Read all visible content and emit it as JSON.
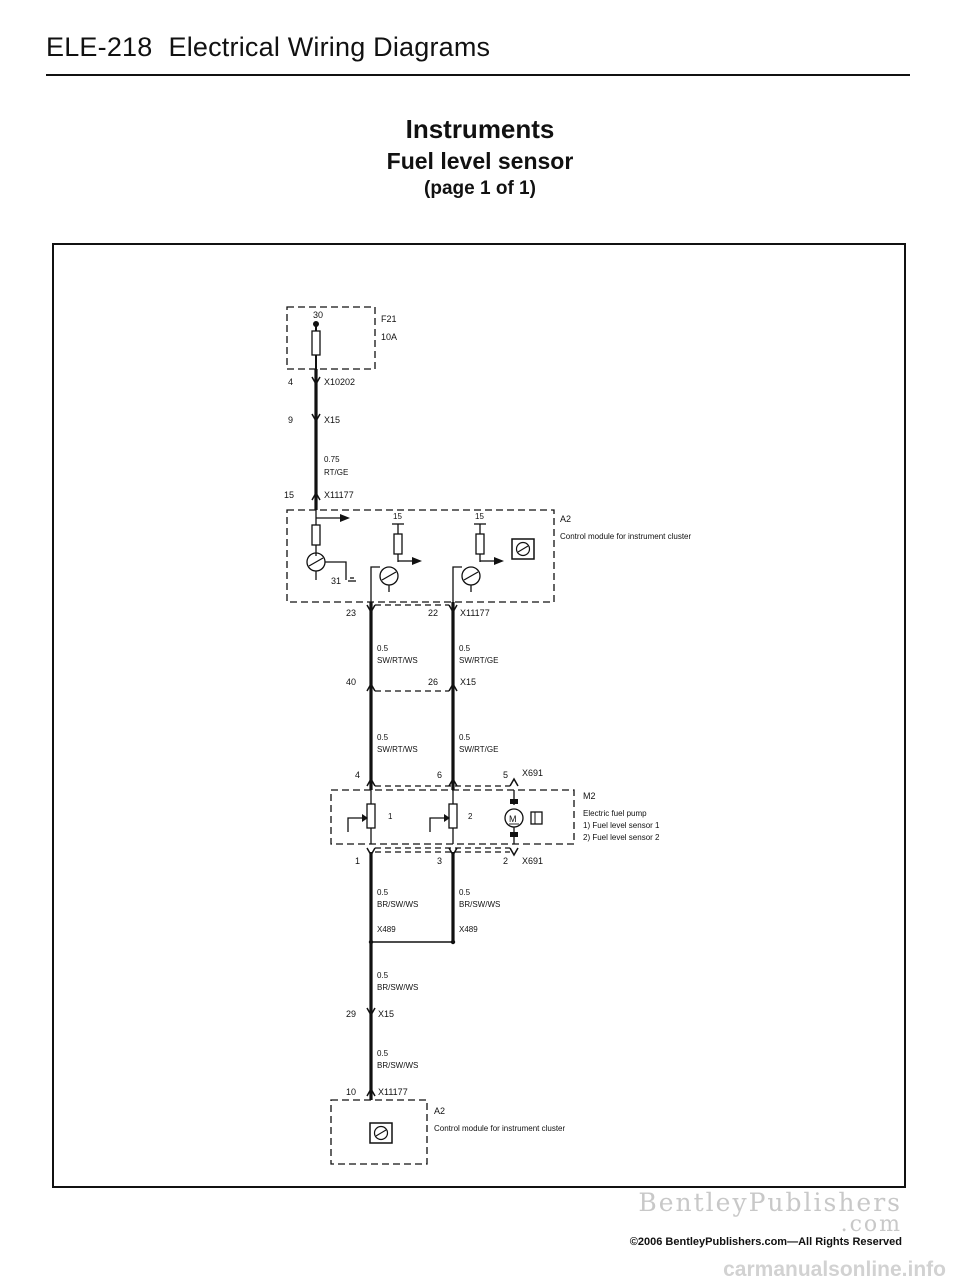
{
  "header": {
    "code": "ELE-218",
    "title": "Electrical Wiring Diagrams"
  },
  "titles": {
    "main": "Instruments",
    "sub": "Fuel level sensor",
    "page": "(page 1 of 1)"
  },
  "diagram": {
    "fuse": {
      "terminal": "30",
      "name": "F21",
      "rating": "10A"
    },
    "x10202": {
      "pin": "4",
      "name": "X10202"
    },
    "x15_top": {
      "pin": "9",
      "name": "X15"
    },
    "wire_top": {
      "size": "0.75",
      "color": "RT/GE"
    },
    "x11177_top": {
      "pin": "15",
      "name": "X11177"
    },
    "module_a2_top": {
      "id": "A2",
      "desc": "Control module  for instrument cluster",
      "pin_left": "15",
      "pin_right": "15",
      "ground": "31"
    },
    "x11177_mid": {
      "pin_left": "23",
      "pin_right": "22",
      "name": "X11177"
    },
    "wire_left_1": {
      "size": "0.5",
      "color": "SW/RT/WS"
    },
    "wire_right_1": {
      "size": "0.5",
      "color": "SW/RT/GE"
    },
    "x15_mid": {
      "pin_left": "40",
      "pin_right": "26",
      "name": "X15"
    },
    "wire_left_2": {
      "size": "0.5",
      "color": "SW/RT/WS"
    },
    "wire_right_2": {
      "size": "0.5",
      "color": "SW/RT/GE"
    },
    "x691_top": {
      "pin_left": "4",
      "pin_mid": "6",
      "pin_right": "5",
      "name": "X691"
    },
    "pump_m2": {
      "id": "M2",
      "name": "Electric fuel pump",
      "sensor1": "1)  Fuel level sensor 1",
      "sensor2": "2)  Fuel level sensor 2",
      "label1": "1",
      "label2": "2",
      "motor": "M"
    },
    "x691_bottom": {
      "pin_left": "1",
      "pin_mid": "3",
      "pin_right": "2",
      "name": "X691"
    },
    "wire_left_3": {
      "size": "0.5",
      "color": "BR/SW/WS"
    },
    "wire_right_3": {
      "size": "0.5",
      "color": "BR/SW/WS"
    },
    "x489_left": {
      "name": "X489"
    },
    "x489_right": {
      "name": "X489"
    },
    "wire_joined_1": {
      "size": "0.5",
      "color": "BR/SW/WS"
    },
    "x15_bottom": {
      "pin": "29",
      "name": "X15"
    },
    "wire_joined_2": {
      "size": "0.5",
      "color": "BR/SW/WS"
    },
    "x11177_bottom": {
      "pin": "10",
      "name": "X11177"
    },
    "module_a2_bottom": {
      "id": "A2",
      "desc": "Control module for instrument cluster"
    }
  },
  "footer": {
    "logo": "BentleyPublishers",
    "logo_suffix": ".com",
    "copyright": "©2006 BentleyPublishers.com—All Rights Reserved",
    "watermark": "carmanualsonline.info"
  }
}
